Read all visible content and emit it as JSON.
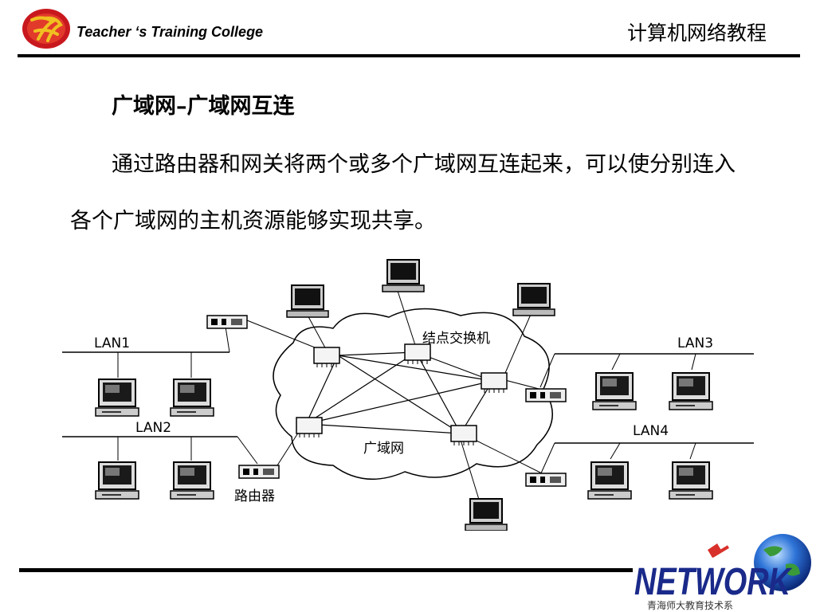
{
  "header": {
    "college": "Teacher ‘s Training  College",
    "course": "计算机网络教程"
  },
  "slide": {
    "heading": "广域网–广域网互连",
    "paragraph": "通过路由器和网关将两个或多个广域网互连起来，可以使分别连入各个广域网的主机资源能够实现共享。"
  },
  "diagram": {
    "lan1": "LAN1",
    "lan2": "LAN2",
    "lan3": "LAN3",
    "lan4": "LAN4",
    "node_switch": "结点交换机",
    "wan": "广域网",
    "router": "路由器"
  },
  "footer_logo": {
    "word": "NETWORK",
    "subtitle": "青海师大教育技术系"
  },
  "colors": {
    "logo_red": "#c8181e",
    "logo_gold": "#f0c020",
    "network_navy": "#1a2a8a",
    "globe_blue": "#2e74d8"
  }
}
